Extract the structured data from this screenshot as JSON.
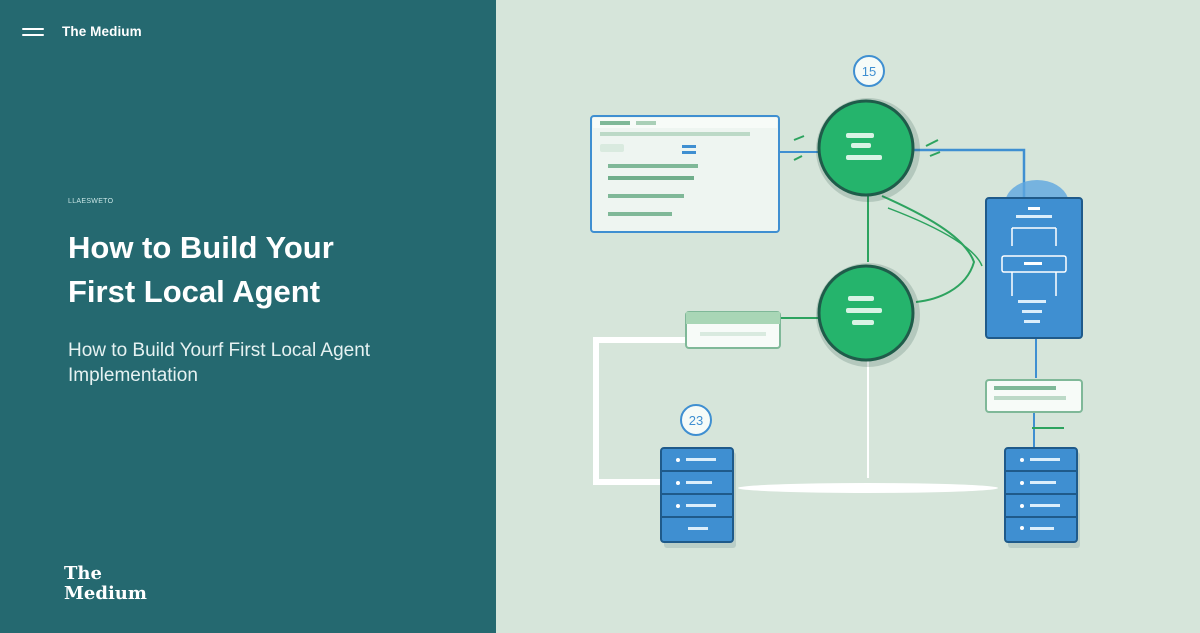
{
  "header": {
    "brand": "The Medium",
    "menu_icon": "hamburger-menu-icon"
  },
  "article": {
    "kicker": "LLAESWETO",
    "title_line1": "How to Build Your",
    "title_line2": "First Local Agent",
    "subtitle_line1": "How to Build Yourf First Local Agent",
    "subtitle_line2": "Implementation"
  },
  "footer": {
    "logo_line1": "The",
    "logo_line2": "Medium"
  },
  "diagram": {
    "badge_top": "15",
    "badge_bottom": "23"
  },
  "colors": {
    "left_panel": "#256970",
    "diagram_bg": "#d6e5da",
    "node_green": "#25b46c",
    "node_blue": "#3f8fd1",
    "accent_text": "#ffffff"
  }
}
